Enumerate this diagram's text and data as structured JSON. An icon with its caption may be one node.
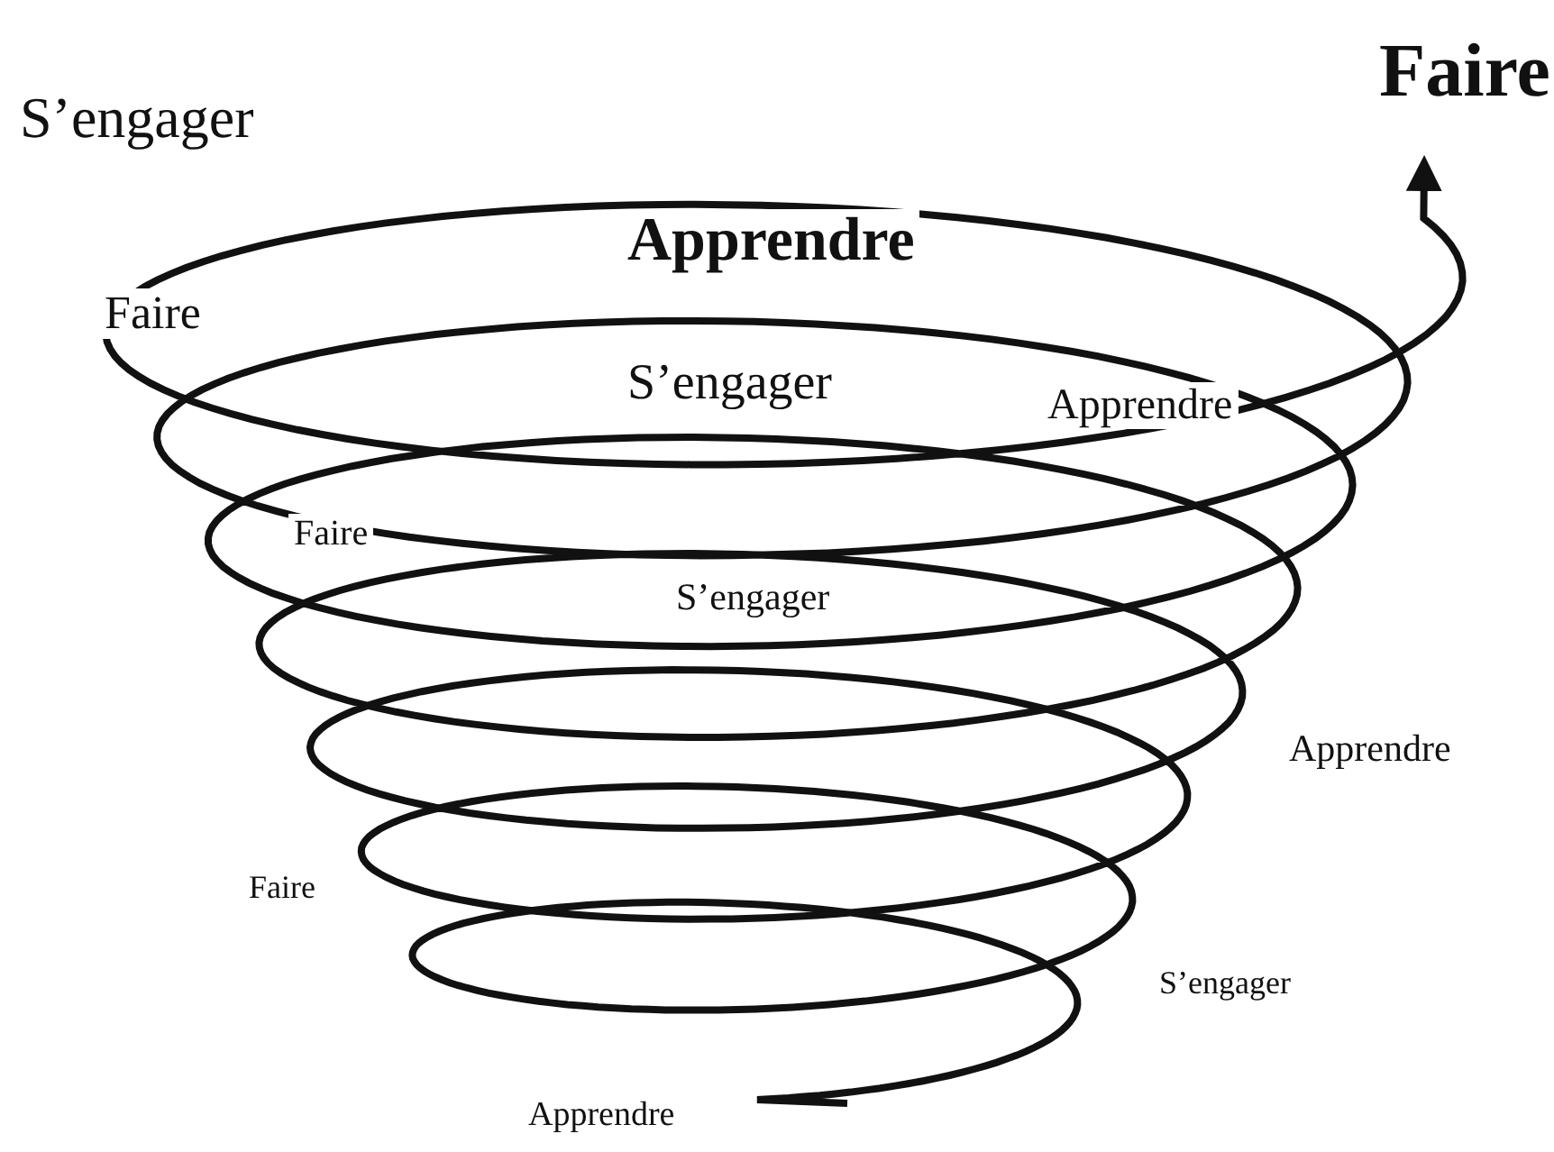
{
  "diagram": {
    "labels": [
      "Faire",
      "S’engager",
      "Apprendre",
      "Faire",
      "S’engager",
      "Apprendre",
      "Faire",
      "S’engager",
      "Apprendre",
      "Faire",
      "S’engager",
      "Apprendre"
    ]
  }
}
